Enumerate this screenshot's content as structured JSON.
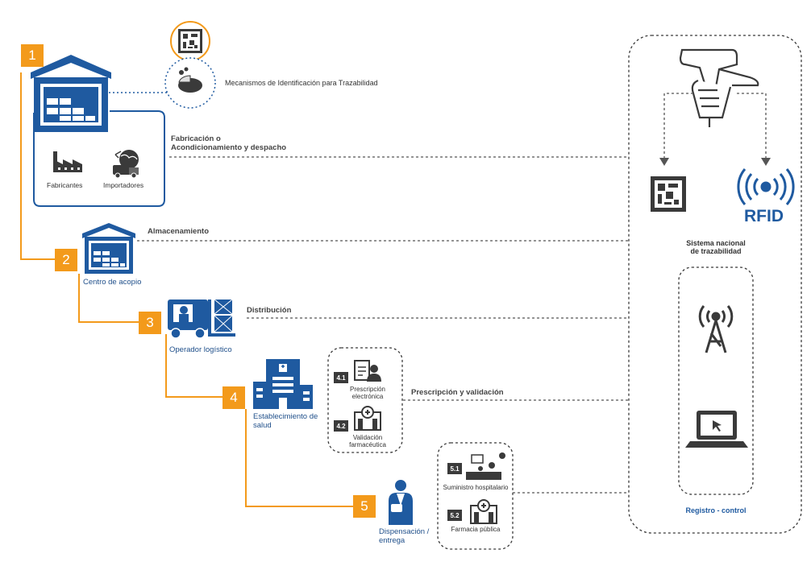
{
  "stages": [
    {
      "number": "1"
    },
    {
      "number": "2",
      "label": "Centro de acopio"
    },
    {
      "number": "3",
      "label": "Operador logístico"
    },
    {
      "number": "4",
      "label_line1": "Establecimiento de",
      "label_line2": "salud"
    },
    {
      "number": "5",
      "label_line1": "Dispensación /",
      "label_line2": "entrega"
    }
  ],
  "stage1": {
    "mechanisms_label": "Mecanismos de Identificación para Trazabilidad",
    "manufacturers_label": "Fabricantes",
    "importers_label": "Importadores"
  },
  "flows": {
    "fabrication_line1": "Fabricación o",
    "fabrication_line2": "Acondicionamiento y despacho",
    "storage": "Almacenamiento",
    "distribution": "Distribución",
    "prescription": "Prescripción y validación"
  },
  "sub_steps": [
    {
      "number": "4.1",
      "line1": "Prescripción",
      "line2": "electrónica"
    },
    {
      "number": "4.2",
      "line1": "Validación",
      "line2": "farmacéutica"
    },
    {
      "number": "5.1",
      "line1": "Suministro hospitalario"
    },
    {
      "number": "5.2",
      "line1": "Farmacia pública"
    }
  ],
  "system": {
    "rfid_label": "RFID",
    "title_line1": "Sistema nacional",
    "title_line2": "de trazabilidad",
    "registry_label": "Registro - control"
  },
  "colors": {
    "brand_blue": "#1f5aa0",
    "orange": "#f39a1b",
    "dark_gray": "#3a3a3a",
    "line_gray": "#555555"
  }
}
